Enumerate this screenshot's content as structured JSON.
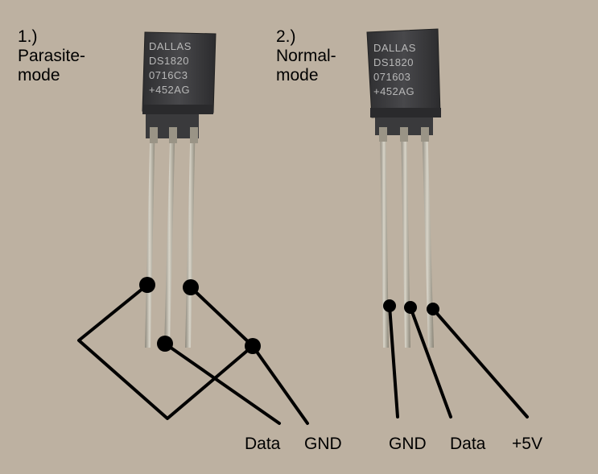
{
  "title": "DS1820 wiring",
  "colors": {
    "background": "#bdb1a1",
    "package": "#3f3f42",
    "marking": "#b8b8b8",
    "lead": "#b9b4a6",
    "wire": "#000000"
  },
  "panels": [
    {
      "number": "1.)",
      "mode_line1": "Parasite-",
      "mode_line2": "mode",
      "chip_marking": [
        "DALLAS",
        "DS1820",
        "0716C3",
        "+452AG"
      ],
      "pin_labels": [
        "Data",
        "GND"
      ]
    },
    {
      "number": "2.)",
      "mode_line1": "Normal-",
      "mode_line2": "mode",
      "chip_marking": [
        "DALLAS",
        "DS1820",
        "071603",
        "+452AG"
      ],
      "pin_labels": [
        "GND",
        "Data",
        "+5V"
      ]
    }
  ]
}
